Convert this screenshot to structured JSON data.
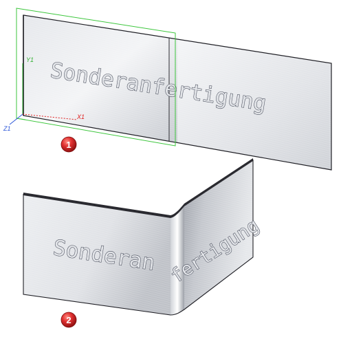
{
  "steps": [
    {
      "number": "1",
      "label": "flat-sheet-with-embossing"
    },
    {
      "number": "2",
      "label": "bent-sheet-with-embossing"
    }
  ],
  "embossing": {
    "text_flat": "Sonderanfertigung",
    "text_bent_left": "Sonderan",
    "text_bent_right": "fertigung"
  },
  "axes": {
    "x_label": "X1",
    "y_label": "Y1",
    "z_label": "Z1"
  },
  "colors": {
    "sheet_light": "#eceef1",
    "sheet_dark": "#b9bcc2",
    "edge": "#1e1e24",
    "selection_box": "#3cc63c",
    "x_axis": "#e02020",
    "y_axis": "#30b030",
    "z_axis": "#2a55d8",
    "badge": "#d42222"
  },
  "icons": [
    "coordinate-system-icon",
    "step-badge-icon"
  ]
}
